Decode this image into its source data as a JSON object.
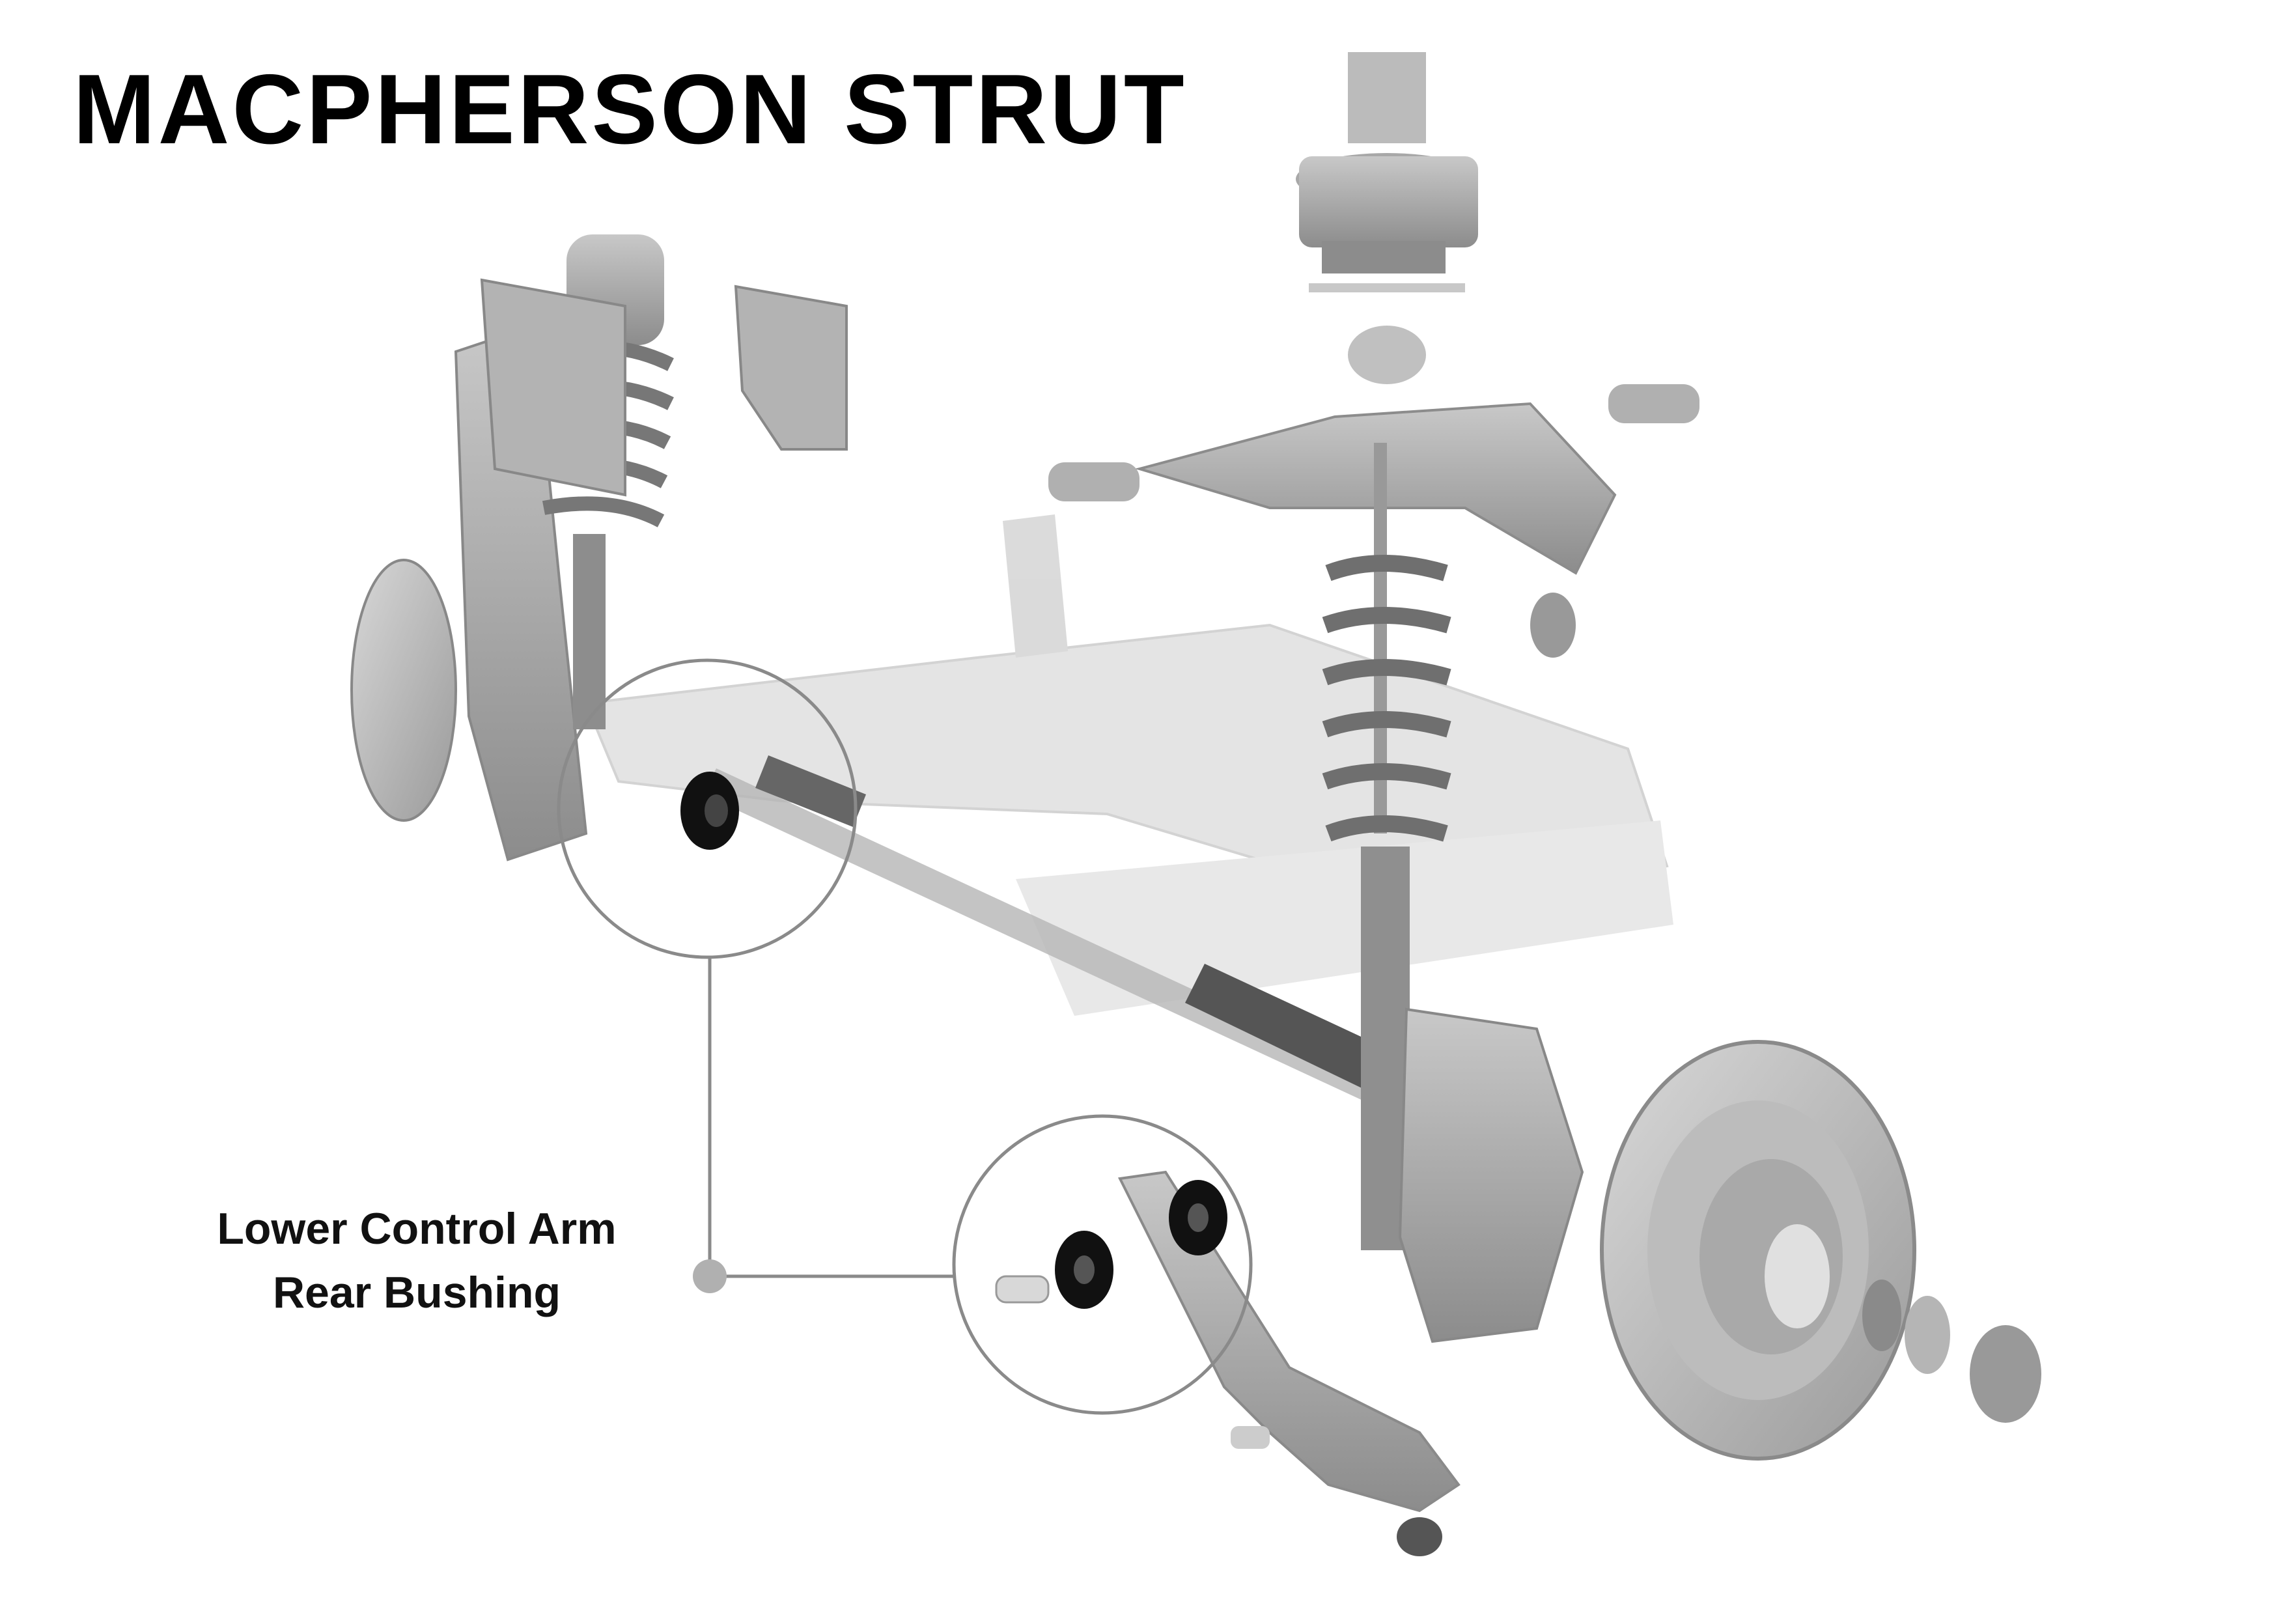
{
  "title": "MACPHERSON STRUT",
  "callout": {
    "line1": "Lower Control Arm",
    "line2": "Rear Bushing"
  },
  "colors": {
    "part": "#a9a9a9",
    "part_dark": "#7d7d7d",
    "ghost": "#d4d4d4",
    "bushing": "#111111",
    "callout": "#8a8a8a"
  }
}
